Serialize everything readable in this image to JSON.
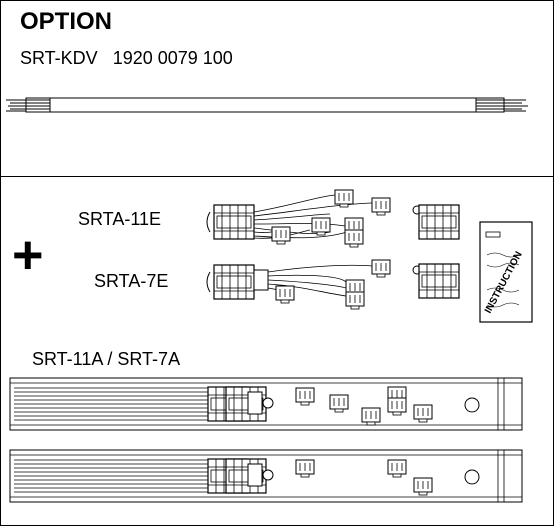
{
  "option": {
    "title": "OPTION",
    "model_line": "SRT-KDV   1920 0079 100"
  },
  "accessories": {
    "plus_sign": "+",
    "kit_11": "SRTA-11E",
    "kit_7": "SRTA-7E",
    "instruction_label": "INSTRUCTION"
  },
  "bars": {
    "label": "SRT-11A / SRT-7A"
  }
}
